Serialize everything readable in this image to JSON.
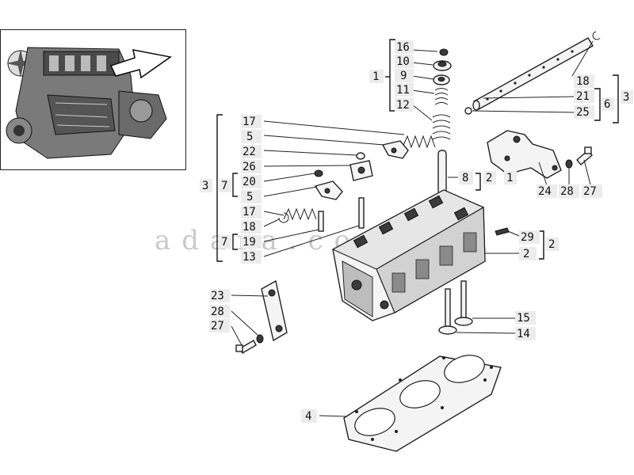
{
  "watermark": "adara.com.ua",
  "callouts": {
    "c16": "16",
    "c10": "10",
    "c9": "9",
    "c11": "11",
    "c12": "12",
    "c1a": "1",
    "c18a": "18",
    "c21": "21",
    "c25": "25",
    "c6": "6",
    "c3a": "3",
    "c17a": "17",
    "c5a": "5",
    "c22": "22",
    "c26": "26",
    "c20": "20",
    "c3b": "3",
    "c7a": "7",
    "c5b": "5",
    "c17b": "17",
    "c18b": "18",
    "c19": "19",
    "c7b": "7",
    "c13": "13",
    "c8": "8",
    "c2a": "2",
    "c1b": "1",
    "c24": "24",
    "c28a": "28",
    "c27a": "27",
    "c29": "29",
    "c2b": "2",
    "c2c": "2",
    "c23": "23",
    "c28b": "28",
    "c27b": "27",
    "c15": "15",
    "c14": "14",
    "c4": "4"
  }
}
